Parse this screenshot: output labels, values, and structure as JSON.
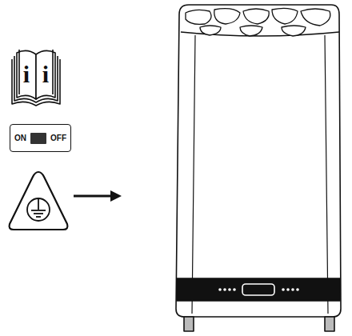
{
  "diagram": {
    "nodes": [
      {
        "text": [
          "ON",
          "OFF"
        ]
      }
    ],
    "labels": [
      "i",
      "i"
    ]
  }
}
